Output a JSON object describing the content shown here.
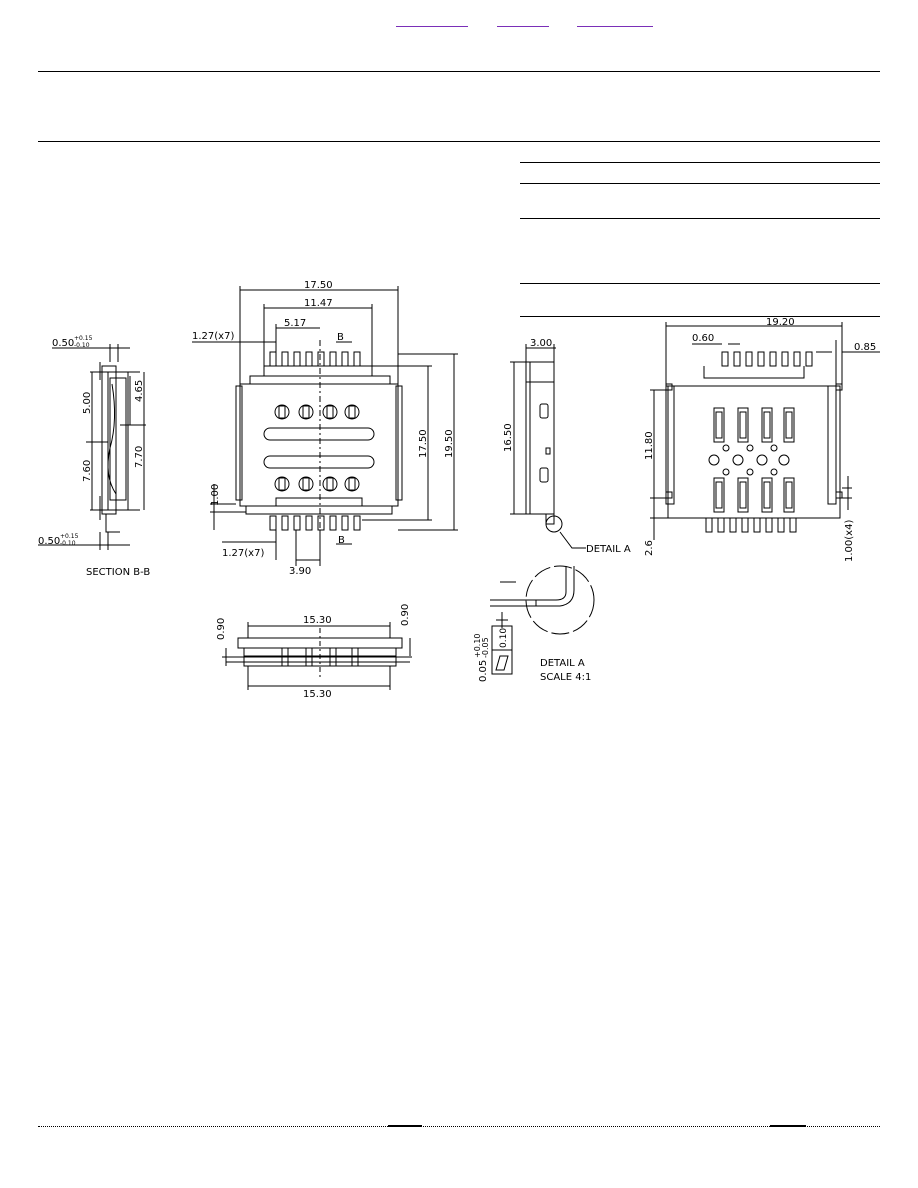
{
  "drawing": {
    "section_bb": {
      "caption": "SECTION B-B",
      "dim_top_tol": "0.50",
      "tol_top_plus": "+0.15",
      "tol_top_minus": "-0.10",
      "dim_bottom_tol": "0.50",
      "tol_bottom_plus": "+0.15",
      "tol_bottom_minus": "-0.10",
      "dim_500": "5.00",
      "dim_465": "4.65",
      "dim_760": "7.60",
      "dim_770": "7.70"
    },
    "top_view": {
      "width_outer": "17.50",
      "width_pins": "11.47",
      "width_inner": "5.17",
      "pitch_top": "1.27(x7)",
      "section_mark_top": "B",
      "height_inner": "17.50",
      "height_outer": "19.50",
      "dim_100": "1.00",
      "pitch_bottom": "1.27(x7)",
      "dim_390": "3.90",
      "section_mark_bottom": "B"
    },
    "front_view": {
      "width_top": "15.30",
      "width_bottom": "15.30",
      "height_left": "0.90",
      "height_right": "0.90"
    },
    "side_view": {
      "dim_300": "3.00",
      "dim_1650": "16.50",
      "detail_callout": "DETAIL A"
    },
    "detail_a": {
      "title": "DETAIL A",
      "scale": "SCALE 4:1",
      "flatness": "0.10",
      "tol_nominal": "0.05",
      "tol_plus": "+0.10",
      "tol_minus": "-0.05"
    },
    "footprint": {
      "width": "19.20",
      "dim_060": "0.60",
      "dim_085": "0.85",
      "dim_1180": "11.80",
      "dim_26": "2.6",
      "dim_100x4": "1.00(x4)"
    }
  }
}
